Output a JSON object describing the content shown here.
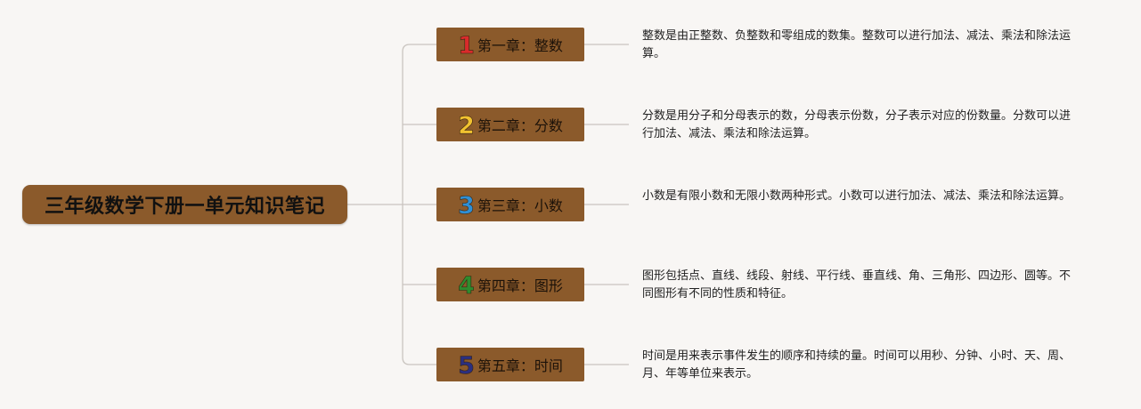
{
  "root": {
    "title": "三年级数学下册一单元知识笔记"
  },
  "chapters": [
    {
      "num": "1",
      "num_color": "#d92b2b",
      "title": "第一章：整数",
      "note": "整数是由正整数、负整数和零组成的数集。整数可以进行加法、减法、乘法和除法运算。"
    },
    {
      "num": "2",
      "num_color": "#f2c230",
      "title": "第二章：分数",
      "note": "分数是用分子和分母表示的数，分母表示份数，分子表示对应的份数量。分数可以进行加法、减法、乘法和除法运算。"
    },
    {
      "num": "3",
      "num_color": "#2f8fd4",
      "title": "第三章：小数",
      "note": "小数是有限小数和无限小数两种形式。小数可以进行加法、减法、乘法和除法运算。"
    },
    {
      "num": "4",
      "num_color": "#2e8b2e",
      "title": "第四章：图形",
      "note": "图形包括点、直线、线段、射线、平行线、垂直线、角、三角形、四边形、圆等。不同图形有不同的性质和特征。"
    },
    {
      "num": "5",
      "num_color": "#2a2f80",
      "title": "第五章：时间",
      "note": "时间是用来表示事件发生的顺序和持续的量。时间可以用秒、分钟、小时、天、周、月、年等单位来表示。"
    }
  ]
}
